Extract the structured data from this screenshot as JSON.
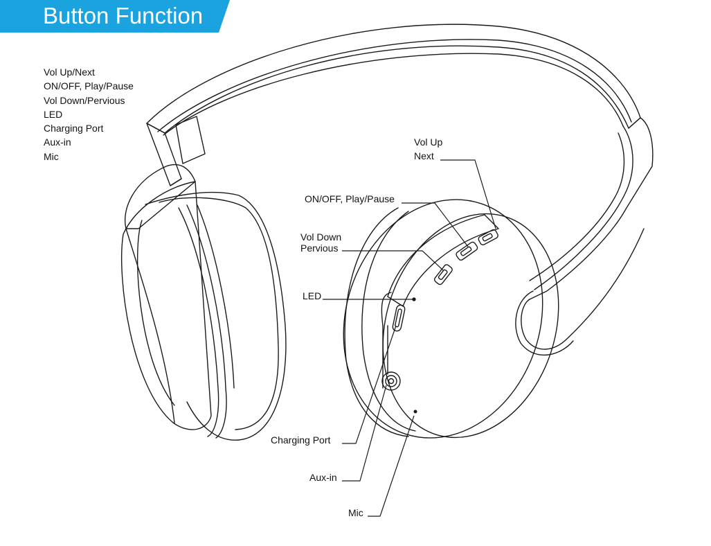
{
  "header": {
    "title": "Button Function",
    "accent_color": "#1aa3df"
  },
  "legend": {
    "items": [
      "Vol Up/Next",
      "ON/OFF, Play/Pause",
      "Vol Down/Pervious",
      "LED",
      "Charging Port",
      "Aux-in",
      "Mic"
    ]
  },
  "callouts": {
    "vol_up": "Vol Up",
    "next": "Next",
    "power": "ON/OFF, Play/Pause",
    "vol_down": "Vol Down",
    "pervious": "Pervious",
    "led": "LED",
    "charging_port": "Charging Port",
    "aux_in": "Aux-in",
    "mic": "Mic"
  },
  "illustration": {
    "subject": "headphones-line-drawing"
  }
}
